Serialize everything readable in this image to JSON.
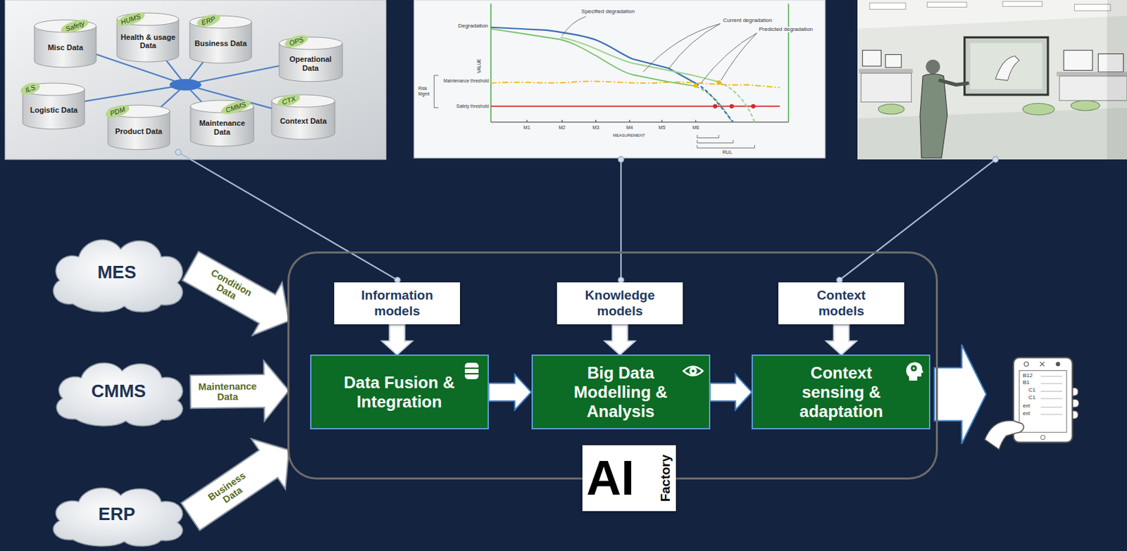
{
  "diagram": {
    "nodes": [
      {
        "text": [
          "Safety",
          "Misc Data"
        ]
      },
      {
        "text": [
          "HUMS",
          "Health & usage Data"
        ]
      },
      {
        "text": [
          "ERP",
          "Business Data"
        ]
      },
      {
        "text": [
          "OPS",
          "Operational Data"
        ]
      },
      {
        "text": [
          "ILS",
          "Logistic Data"
        ]
      },
      {
        "text": [
          "PDM",
          "Product Data"
        ]
      },
      {
        "text": [
          "CMMS",
          "Maintenance Data"
        ]
      },
      {
        "text": [
          "CTX",
          "Context Data"
        ]
      },
      {
        "text": [
          "MES"
        ]
      },
      {
        "text": [
          "CMMS"
        ]
      },
      {
        "text": [
          "ERP"
        ]
      },
      {
        "text": [
          "AI",
          "Factory"
        ]
      },
      {
        "text": [
          "Information models"
        ],
        "in": 11
      },
      {
        "text": [
          "Knowledge models"
        ],
        "in": 11
      },
      {
        "text": [
          "Context models"
        ],
        "in": 11
      },
      {
        "text": [
          "Data Fusion & Integration"
        ],
        "in": 11
      },
      {
        "text": [
          "Big Data Modelling & Analysis"
        ],
        "in": 11
      },
      {
        "text": [
          "Context sensing & adaptation"
        ],
        "in": 11
      }
    ],
    "edges": [
      {
        "from": 8,
        "to": 11,
        "label": "Condition Data",
        "arrow": "to"
      },
      {
        "from": 9,
        "to": 11,
        "label": "Maintenance Data",
        "arrow": "to"
      },
      {
        "from": 10,
        "to": 11,
        "label": "Business Data",
        "arrow": "to"
      },
      {
        "from": 12,
        "to": 15,
        "arrow": "to"
      },
      {
        "from": 13,
        "to": 16,
        "arrow": "to"
      },
      {
        "from": 14,
        "to": 17,
        "arrow": "to"
      },
      {
        "from": 15,
        "to": 16,
        "arrow": "to"
      },
      {
        "from": 16,
        "to": 17,
        "arrow": "to"
      }
    ],
    "labels": [
      "Specified degradation",
      "Current degradation",
      "Predicted degradation",
      "Degradation",
      "VALUE",
      "Maintenance threshold",
      "Risk Mgmt",
      "Safety threshold",
      "M1",
      "M2",
      "M3",
      "M4",
      "M5",
      "M6",
      "MEASUREMENT",
      "RUL",
      "B12",
      "B1",
      "C1",
      "C1",
      "ext",
      "ext"
    ]
  }
}
